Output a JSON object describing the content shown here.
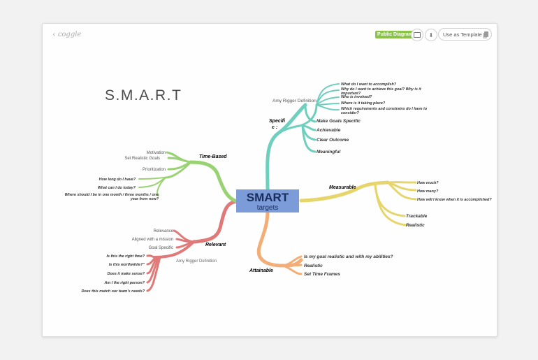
{
  "app": {
    "logo_text": "coggle"
  },
  "header": {
    "badge": "Public Diagram",
    "present_icon": "monitor-icon",
    "download_icon": "download-icon",
    "template_label": "Use as Template",
    "template_icon": "copy-template-icon"
  },
  "title": "S.M.A.R.T",
  "center": {
    "title": "SMART",
    "subtitle": "targets"
  },
  "colors": {
    "specific": "#6fcfbf",
    "measurable": "#e6d56a",
    "attainable": "#f2ae76",
    "relevant": "#e07a78",
    "time": "#99d273",
    "center_box": "#7b9bd9",
    "center_text": "#1b2d5a"
  },
  "branches": {
    "specific": {
      "label": "Specifi\nc :",
      "definition": "Amy Rigger Definition",
      "questions": [
        "What do I want to accomplish?",
        "Why do I want to achieve this goal? Why is it important?",
        "Who is involved?",
        "Where is it taking place?",
        "Which requirements and constraints do I have to consider?"
      ],
      "items": [
        "Make Goals Specific",
        "Achievable",
        "Clear Outcome",
        "Meaningful"
      ]
    },
    "measurable": {
      "label": "Measurable",
      "questions": [
        "How much?",
        "How many?",
        "How will I know when it is accomplished?"
      ],
      "items": [
        "Trackable",
        "Realistic"
      ]
    },
    "attainable": {
      "label": "Attainable",
      "items": [
        "Is my goal realistic and with my abilities?",
        "Realistic",
        "Set Time Frames"
      ]
    },
    "relevant": {
      "label": "Relevant",
      "items": [
        "Relevance",
        "Aligned with a mission",
        "Goal Specific"
      ],
      "definition": "Amy Rigger Definition",
      "questions": [
        "Is this the right fime?",
        "Is this worthwhile?\"",
        "Does it make sense?",
        "Am I the right person?",
        "Does this match our team's needs?"
      ]
    },
    "time": {
      "label": "Time-Based",
      "items": [
        "Motivation",
        "Set Realistic Goals",
        "Prioritization"
      ],
      "questions": [
        "How long do I have?",
        "What can I do today?",
        "Where should I be in one month / three months / one year from now?"
      ]
    }
  }
}
